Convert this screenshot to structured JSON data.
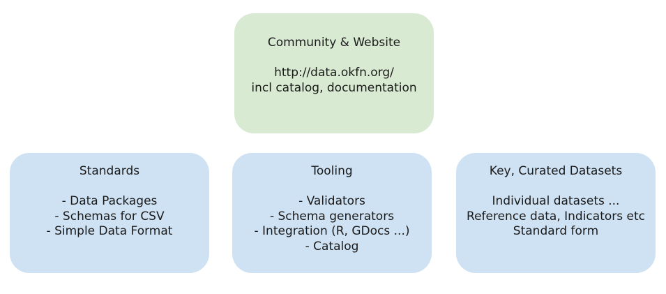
{
  "community": {
    "title": "Community & Website",
    "lines": [
      "http://data.okfn.org/",
      "incl catalog, documentation"
    ]
  },
  "standards": {
    "title": "Standards",
    "lines": [
      "- Data Packages",
      "- Schemas for CSV",
      "- Simple Data Format"
    ]
  },
  "tooling": {
    "title": "Tooling",
    "lines": [
      "- Validators",
      "- Schema generators",
      "- Integration (R, GDocs ...)",
      "- Catalog"
    ]
  },
  "datasets": {
    "title": "Key, Curated Datasets",
    "lines": [
      "Individual datasets ...",
      "Reference data, Indicators etc",
      "Standard form"
    ]
  },
  "colors": {
    "community_fill": "#d9ead3",
    "group_fill": "#cfe2f3",
    "text": "#1a1a1a"
  }
}
